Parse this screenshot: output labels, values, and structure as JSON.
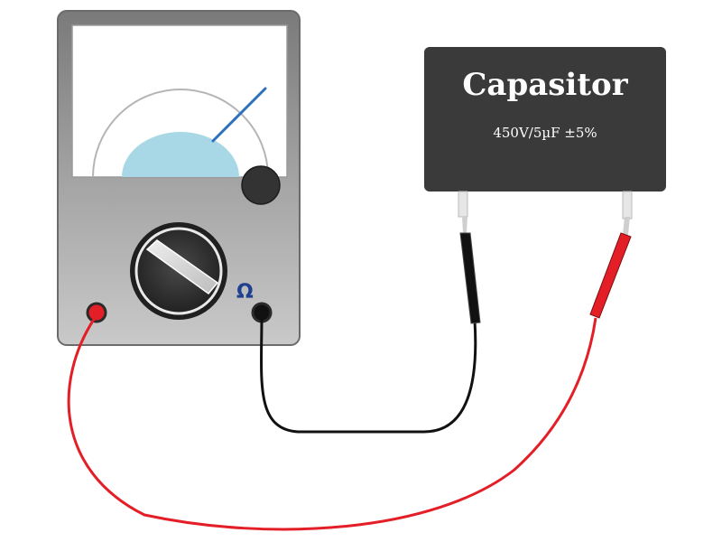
{
  "capacitor": {
    "title": "Capasitor",
    "spec": "450V/5µF ±5%"
  },
  "multimeter": {
    "ohm_symbol": "Ω"
  },
  "colors": {
    "meter_body": "#8c8c8c",
    "meter_face": "#ffffff",
    "dial_fill": "#a8d8e6",
    "needle": "#2f6fbf",
    "capacitor_body": "#3a3a3a",
    "red_lead": "#e41e26",
    "black_lead": "#111111",
    "ohm_label": "#1f3f8f"
  }
}
